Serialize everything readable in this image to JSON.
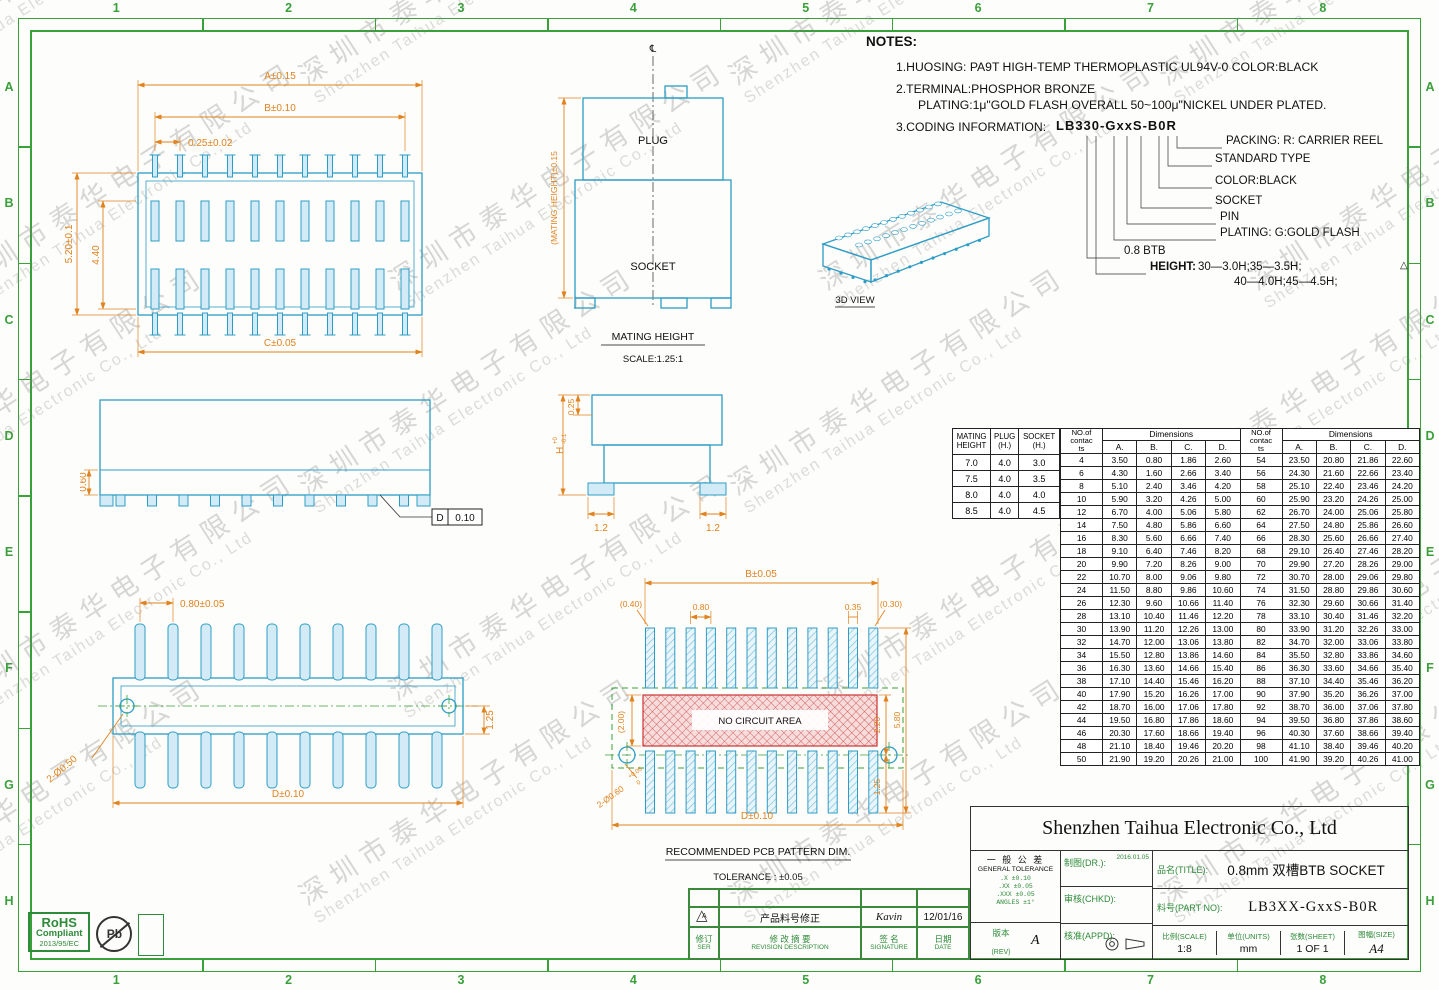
{
  "frame": {
    "cols": [
      "1",
      "2",
      "3",
      "4",
      "5",
      "6",
      "7",
      "8"
    ],
    "rows": [
      "A",
      "B",
      "C",
      "D",
      "E",
      "F",
      "G",
      "H"
    ]
  },
  "watermark": {
    "cn": "深圳市泰华电子有限公司",
    "en": "Shenzhen Taihua Electronic Co., Ltd"
  },
  "notes": {
    "title": "NOTES:",
    "line1": "1.HUOSING: PA9T HIGH-TEMP THERMOPLASTIC UL94V-0 COLOR:BLACK",
    "line2": "2.TERMINAL:PHOSPHOR BRONZE",
    "line3": "PLATING:1μ\"GOLD FLASH OVERALL 50~100μ\"NICKEL UNDER PLATED.",
    "line4": "3.CODING INFORMATION:",
    "code": "LB330-GxxS-B0R",
    "callout_packing": "PACKING: R: CARRIER REEL",
    "callout_standard": "STANDARD TYPE",
    "callout_color": "COLOR:BLACK",
    "callout_socket": "SOCKET",
    "callout_pin": "PIN",
    "callout_plating": "PLATING: G:GOLD FLASH",
    "callout_btb": "0.8 BTB",
    "height_label": "HEIGHT:",
    "height_line1": "30—3.0H;35—3.5H;",
    "height_line2": "40—4.0H;45—4.5H;",
    "rev_triangle": "△"
  },
  "view_3d": {
    "label": "3D VIEW"
  },
  "top_view": {
    "dim_a": "A±0.15",
    "dim_b": "B±0.10",
    "dim_pitch": "0.25±0.02",
    "dim_h_outer": "5.20±0.1",
    "dim_h_inner": "4.40",
    "dim_c": "C±0.05"
  },
  "mating_view": {
    "cl": "℄",
    "plug": "PLUG",
    "socket": "SOCKET",
    "dim": "(MATING HEIGHT)±0.15",
    "caption": "MATING HEIGHT",
    "scale": "SCALE:1.25:1"
  },
  "side_view": {
    "dim_height": "0.60",
    "datum_letter": "D",
    "datum_value": "0.10"
  },
  "socket_view": {
    "dim_h": "H",
    "dim_h_tol_up": "+0",
    "dim_h_tol_dn": "-0.1",
    "dim_top": "0.25",
    "dim_foot_l": "1.2",
    "dim_foot_r": "1.2"
  },
  "bottom_view": {
    "dim_pitch": "0.80±0.05",
    "dim_holes": "2-Ø0.50",
    "dim_125": "1.25",
    "dim_d": "D±0.10"
  },
  "pcb": {
    "dim_b": "B±0.05",
    "dim_040": "(0.40)",
    "dim_080": "0.80",
    "dim_035": "0.35",
    "dim_030": "(0.30)",
    "dim_200": "(2.00)",
    "dim_220": "2.20",
    "dim_580": "5.80",
    "dim_125": "1.25",
    "no_circuit": "NO CIRCUIT AREA",
    "dim_holes": "2-Ø0.60",
    "dim_holes_tol_up": "+0.05",
    "dim_holes_tol_dn": "0",
    "dim_d": "D±0.10",
    "caption": "RECOMMENDED PCB PATTERN DIM.",
    "tolerance": "TOLERANCE : ±0.05"
  },
  "mating_table": {
    "headers": [
      "MATING\nHEIGHT",
      "PLUG\n(H.)",
      "SOCKET\n(H.)"
    ],
    "rows": [
      [
        "7.0",
        "4.0",
        "3.0"
      ],
      [
        "7.5",
        "4.0",
        "3.5"
      ],
      [
        "8.0",
        "4.0",
        "4.0"
      ],
      [
        "8.5",
        "4.0",
        "4.5"
      ]
    ]
  },
  "dim_table": {
    "contacts_header": "NO.of\ncontac\nts",
    "dims_header": "Dimensions",
    "cols": [
      "A.",
      "B.",
      "C.",
      "D."
    ],
    "left": [
      [
        "4",
        "3.50",
        "0.80",
        "1.86",
        "2.60"
      ],
      [
        "6",
        "4.30",
        "1.60",
        "2.66",
        "3.40"
      ],
      [
        "8",
        "5.10",
        "2.40",
        "3.46",
        "4.20"
      ],
      [
        "10",
        "5.90",
        "3.20",
        "4.26",
        "5.00"
      ],
      [
        "12",
        "6.70",
        "4.00",
        "5.06",
        "5.80"
      ],
      [
        "14",
        "7.50",
        "4.80",
        "5.86",
        "6.60"
      ],
      [
        "16",
        "8.30",
        "5.60",
        "6.66",
        "7.40"
      ],
      [
        "18",
        "9.10",
        "6.40",
        "7.46",
        "8.20"
      ],
      [
        "20",
        "9.90",
        "7.20",
        "8.26",
        "9.00"
      ],
      [
        "22",
        "10.70",
        "8.00",
        "9.06",
        "9.80"
      ],
      [
        "24",
        "11.50",
        "8.80",
        "9.86",
        "10.60"
      ],
      [
        "26",
        "12.30",
        "9.60",
        "10.66",
        "11.40"
      ],
      [
        "28",
        "13.10",
        "10.40",
        "11.46",
        "12.20"
      ],
      [
        "30",
        "13.90",
        "11.20",
        "12.26",
        "13.00"
      ],
      [
        "32",
        "14.70",
        "12.00",
        "13.06",
        "13.80"
      ],
      [
        "34",
        "15.50",
        "12.80",
        "13.86",
        "14.60"
      ],
      [
        "36",
        "16.30",
        "13.60",
        "14.66",
        "15.40"
      ],
      [
        "38",
        "17.10",
        "14.40",
        "15.46",
        "16.20"
      ],
      [
        "40",
        "17.90",
        "15.20",
        "16.26",
        "17.00"
      ],
      [
        "42",
        "18.70",
        "16.00",
        "17.06",
        "17.80"
      ],
      [
        "44",
        "19.50",
        "16.80",
        "17.86",
        "18.60"
      ],
      [
        "46",
        "20.30",
        "17.60",
        "18.66",
        "19.40"
      ],
      [
        "48",
        "21.10",
        "18.40",
        "19.46",
        "20.20"
      ],
      [
        "50",
        "21.90",
        "19.20",
        "20.26",
        "21.00"
      ]
    ],
    "right": [
      [
        "54",
        "23.50",
        "20.80",
        "21.86",
        "22.60"
      ],
      [
        "56",
        "24.30",
        "21.60",
        "22.66",
        "23.40"
      ],
      [
        "58",
        "25.10",
        "22.40",
        "23.46",
        "24.20"
      ],
      [
        "60",
        "25.90",
        "23.20",
        "24.26",
        "25.00"
      ],
      [
        "62",
        "26.70",
        "24.00",
        "25.06",
        "25.80"
      ],
      [
        "64",
        "27.50",
        "24.80",
        "25.86",
        "26.60"
      ],
      [
        "66",
        "28.30",
        "25.60",
        "26.66",
        "27.40"
      ],
      [
        "68",
        "29.10",
        "26.40",
        "27.46",
        "28.20"
      ],
      [
        "70",
        "29.90",
        "27.20",
        "28.26",
        "29.00"
      ],
      [
        "72",
        "30.70",
        "28.00",
        "29.06",
        "29.80"
      ],
      [
        "74",
        "31.50",
        "28.80",
        "29.86",
        "30.60"
      ],
      [
        "76",
        "32.30",
        "29.60",
        "30.66",
        "31.40"
      ],
      [
        "78",
        "33.10",
        "30.40",
        "31.46",
        "32.20"
      ],
      [
        "80",
        "33.90",
        "31.20",
        "32.26",
        "33.00"
      ],
      [
        "82",
        "34.70",
        "32.00",
        "33.06",
        "33.80"
      ],
      [
        "84",
        "35.50",
        "32.80",
        "33.86",
        "34.60"
      ],
      [
        "86",
        "36.30",
        "33.60",
        "34.66",
        "35.40"
      ],
      [
        "88",
        "37.10",
        "34.40",
        "35.46",
        "36.20"
      ],
      [
        "90",
        "37.90",
        "35.20",
        "36.26",
        "37.00"
      ],
      [
        "92",
        "38.70",
        "36.00",
        "37.06",
        "37.80"
      ],
      [
        "94",
        "39.50",
        "36.80",
        "37.86",
        "38.60"
      ],
      [
        "96",
        "40.30",
        "37.60",
        "38.66",
        "39.40"
      ],
      [
        "98",
        "41.10",
        "38.40",
        "39.46",
        "40.20"
      ],
      [
        "100",
        "41.90",
        "39.20",
        "40.26",
        "41.00"
      ]
    ]
  },
  "title_block": {
    "company": "Shenzhen Taihua Electronic Co., Ltd",
    "tol_title_cn": "一 般 公 差",
    "tol_title_en": "GENERAL TOLERANCE",
    "tolerances": [
      ".X      ±0.10",
      ".XX     ±0.05",
      ".XXX    ±0.05",
      "ANGLES  ±1°"
    ],
    "dr_label": "制图(DR.):",
    "dr_date": "2016.01.05",
    "chkd_label": "审核(CHKD):",
    "appd_label": "核准(APPD):",
    "title_label": "品名(TITLE):",
    "title_value": "0.8mm 双槽BTB SOCKET",
    "part_label": "料号(PART NO):",
    "part_value": "LB3XX-GxxS-B0R",
    "scale_label": "比例(SCALE)",
    "scale_value": "1:8",
    "units_label": "单位(UNITS)",
    "units_value": "mm",
    "sheet_label": "张数(SHEET)",
    "sheet_value": "1 OF 1",
    "size_label": "图幅(SIZE)",
    "size_value": "A4",
    "rev_label": "版本",
    "rev_label2": "(REV)",
    "rev_value": "A"
  },
  "revision_table": {
    "triangle": "△",
    "rev_mark": "A",
    "change_desc": "产品料号修正",
    "sign": "Kavin",
    "date": "12/01/16",
    "ser_cn": "修订",
    "ser_en": "SER",
    "desc_cn": "修 改 摘 要",
    "desc_en": "REVISION DESCRIPTION",
    "sign_cn": "签 名",
    "sign_en": "SIGNATURE",
    "date_cn": "日期",
    "date_en": "DATE"
  },
  "rohs": {
    "line1": "RoHS",
    "line2": "Compliant",
    "line3": "2013/95/EC",
    "pb": "Pb"
  }
}
